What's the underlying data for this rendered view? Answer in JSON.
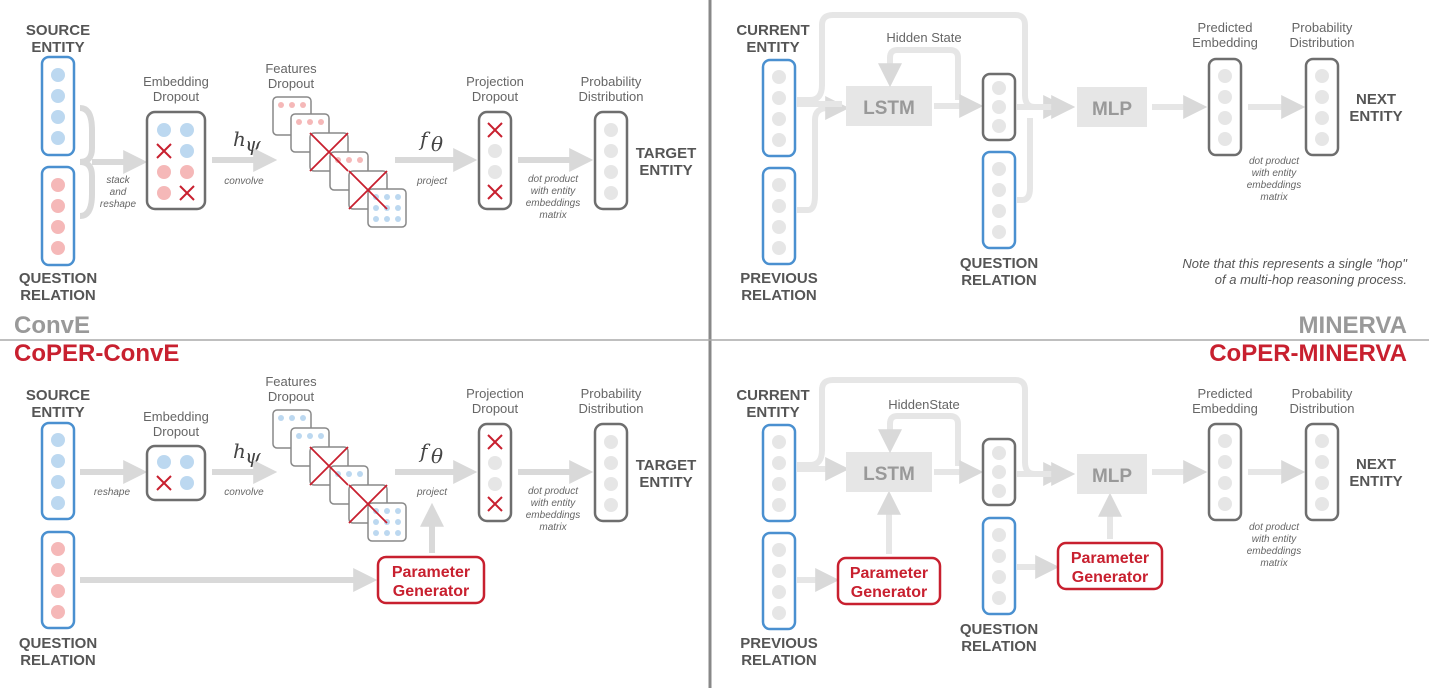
{
  "colors": {
    "blue": "#4a90d0",
    "pink": "#f5b8b8",
    "lightblue": "#bcd8f0",
    "gray": "#6e6e6e",
    "arrow": "#d9d9d9",
    "red": "#c8202f",
    "lightgray": "#e6e6e6"
  },
  "convE": {
    "source_entity": [
      "SOURCE",
      "ENTITY"
    ],
    "question_relation": [
      "QUESTION",
      "RELATION"
    ],
    "embedding_dropout": [
      "Embedding",
      "Dropout"
    ],
    "features_dropout": [
      "Features",
      "Dropout"
    ],
    "projection_dropout": [
      "Projection",
      "Dropout"
    ],
    "probability_distribution": [
      "Probability",
      "Distribution"
    ],
    "target_entity": [
      "TARGET",
      "ENTITY"
    ],
    "stack_reshape": [
      "stack",
      "and",
      "reshape"
    ],
    "reshape": "reshape",
    "convolve": "convolve",
    "project": "project",
    "dot_product": [
      "dot product",
      "with entity",
      "embeddings",
      "matrix"
    ],
    "h_psi": "h",
    "h_sub": "ψ",
    "f_theta": "f",
    "f_sub": "θ"
  },
  "minerva": {
    "current_entity": [
      "CURRENT",
      "ENTITY"
    ],
    "previous_relation": [
      "PREVIOUS",
      "RELATION"
    ],
    "question_relation": [
      "QUESTION",
      "RELATION"
    ],
    "hidden_state_top": "Hidden State",
    "hidden_state_bottom": "HiddenState",
    "lstm": "LSTM",
    "mlp": "MLP",
    "predicted_embedding": [
      "Predicted",
      "Embedding"
    ],
    "probability_distribution": [
      "Probability",
      "Distribution"
    ],
    "next_entity": [
      "NEXT",
      "ENTITY"
    ],
    "dot_product": [
      "dot product",
      "with entity",
      "embeddings",
      "matrix"
    ],
    "note": [
      "Note that this represents a single \"hop\"",
      "of a multi-hop reasoning process."
    ]
  },
  "labels": {
    "conve": "ConvE",
    "minerva": "MINERVA",
    "coper_conve": "CoPER-ConvE",
    "coper_minerva": "CoPER-MINERVA",
    "param_gen": [
      "Parameter",
      "Generator"
    ]
  }
}
